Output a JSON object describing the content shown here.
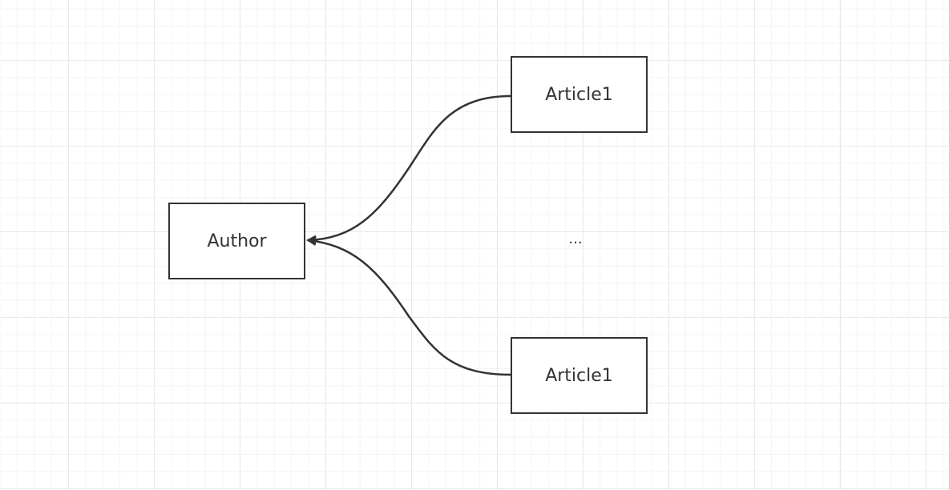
{
  "diagram": {
    "nodes": {
      "author": "Author",
      "article_top": "Article1",
      "article_bottom": "Article1"
    },
    "ellipsis": "...",
    "edges": [
      {
        "from": "article_top",
        "to": "author",
        "arrow": "filled-triangle"
      },
      {
        "from": "article_bottom",
        "to": "author",
        "arrow": "filled-triangle"
      }
    ],
    "colors": {
      "stroke": "#333333",
      "text": "#333333",
      "background": "#ffffff",
      "grid_major": "#e9e9e9",
      "grid_minor": "#f4f4f4"
    }
  }
}
